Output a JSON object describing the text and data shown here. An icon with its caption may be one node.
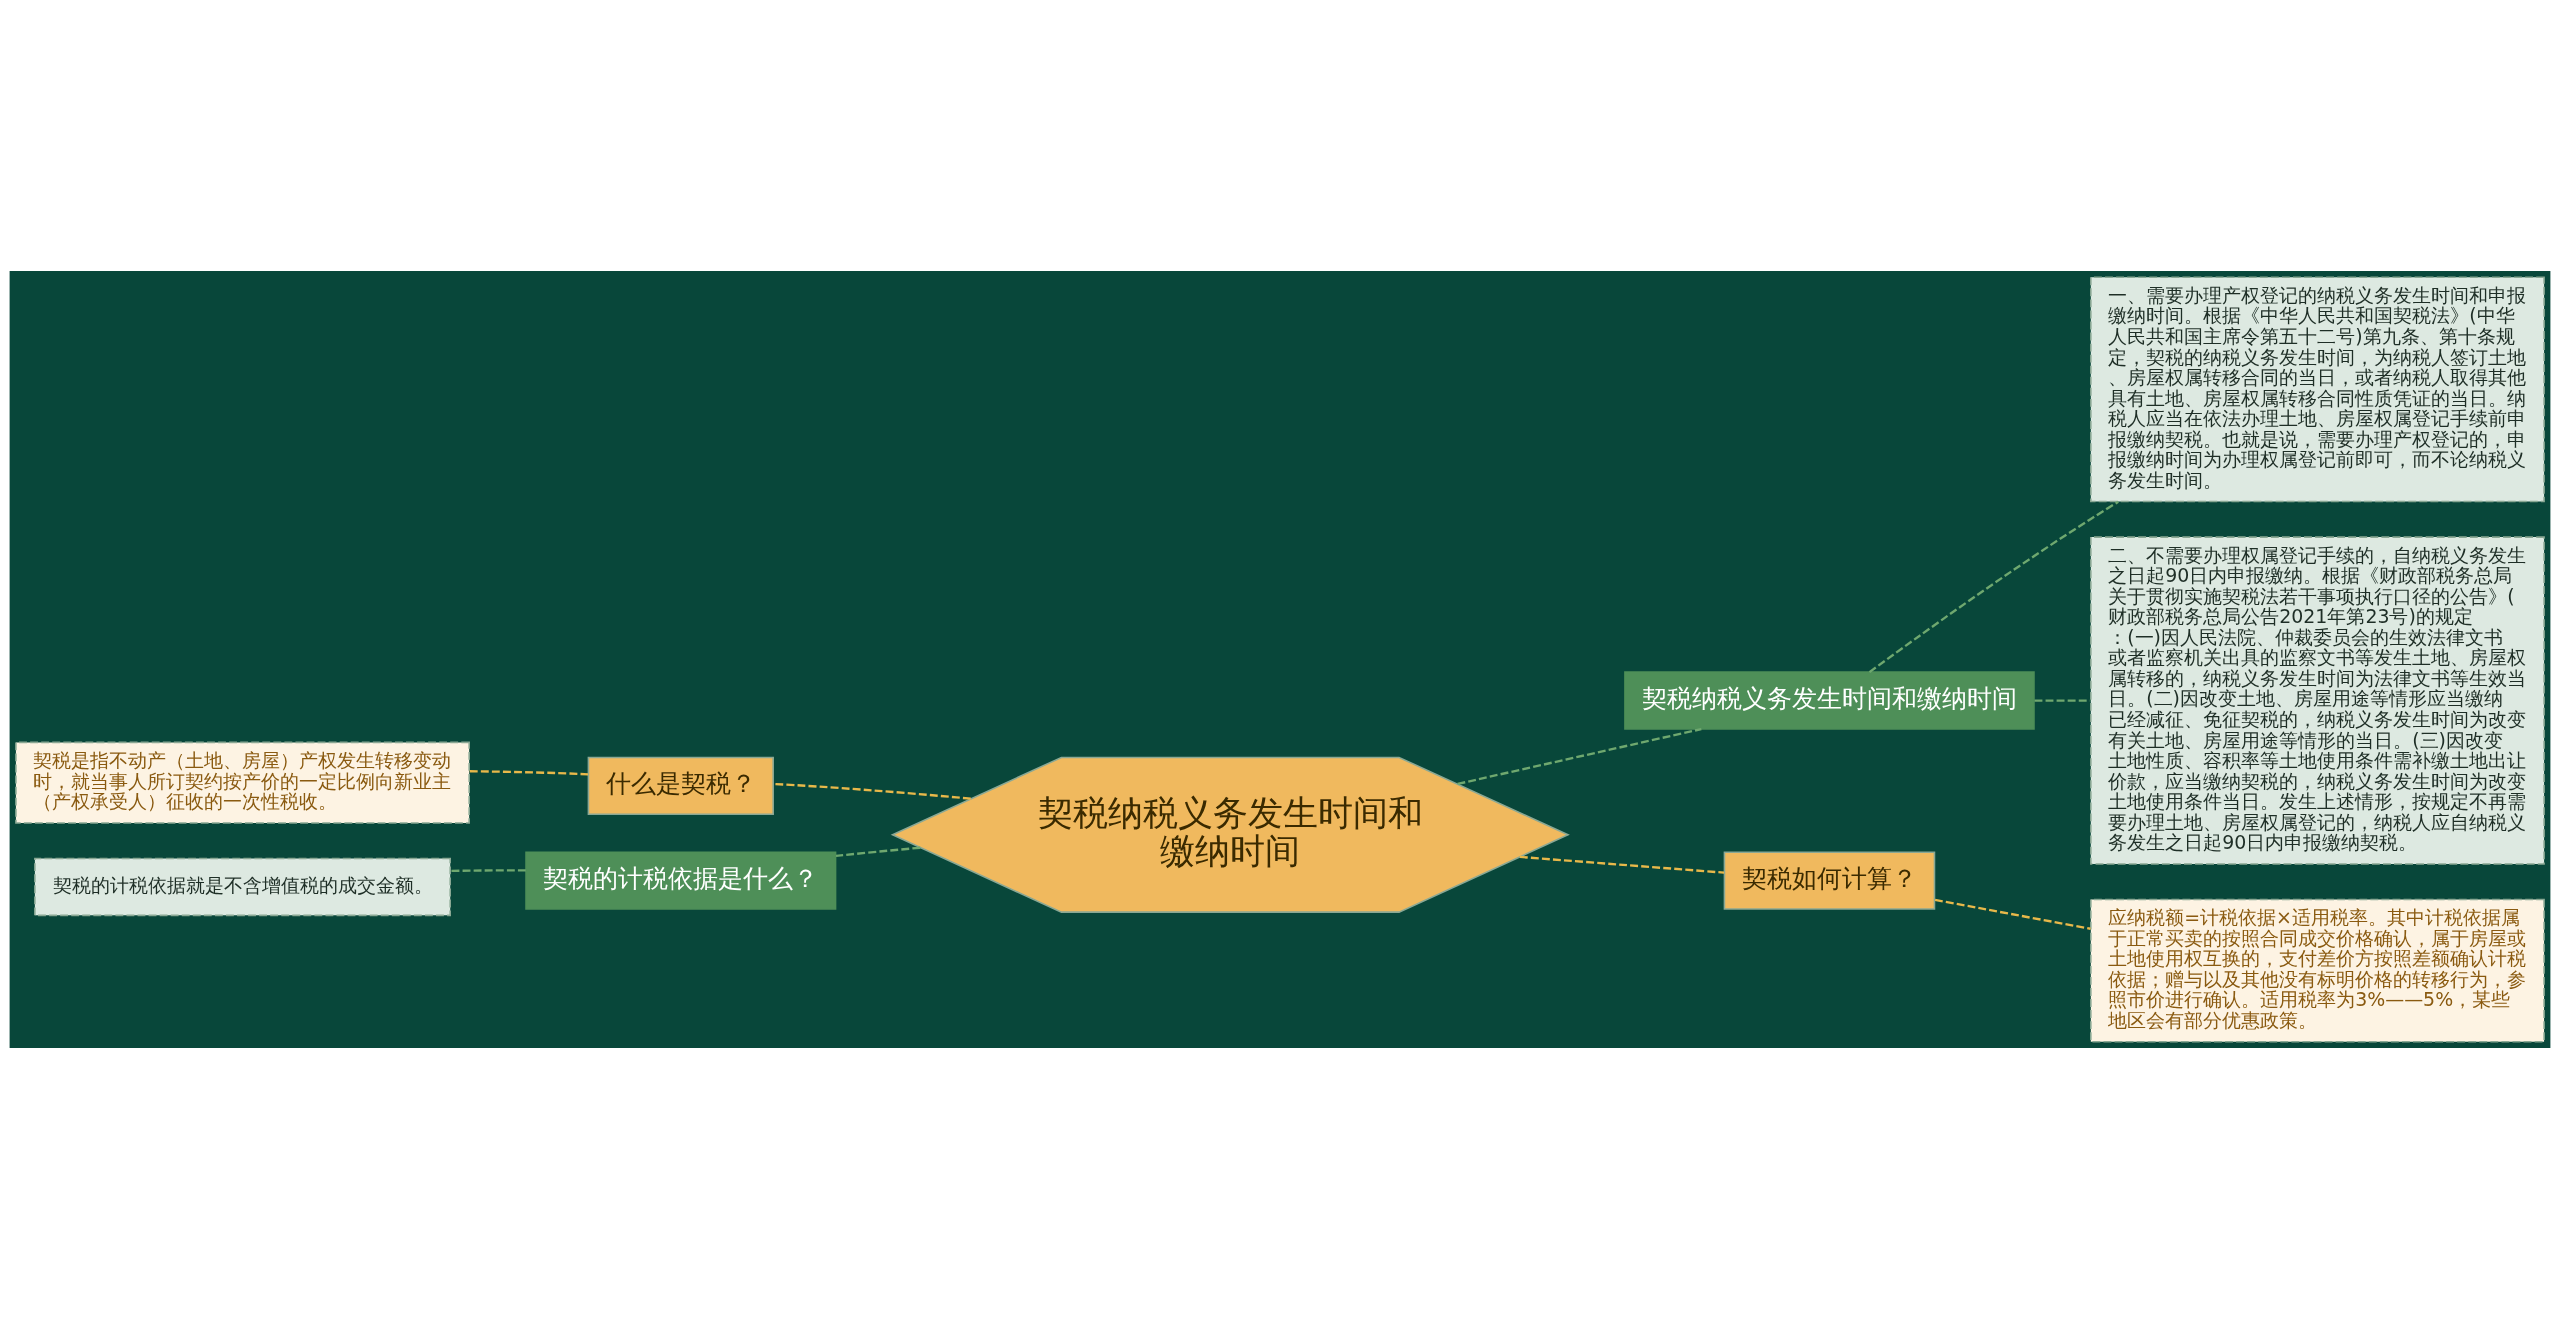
{
  "diagram": {
    "nodes": [
      {
        "text": [
          "契税纳税义务发生时间和缴纳时间"
        ]
      },
      {
        "text": [
          "契税纳税义务发生时间和缴纳时间"
        ]
      },
      {
        "text": [
          "一、需要办理产权登记的纳税义务发生时间和申报缴纳时间。根据《中华人民共和国契税法》(中华人民共和国主席令第五十二号)第九条、第十条规定，契税的纳税义务发生时间，为纳税人签订土地、房屋权属转移合同的当日，或者纳税人取得其他具有土地、房屋权属转移合同性质凭证的当日。纳税人应当在依法办理土地、房屋权属登记手续前申报缴纳契税。也就是说，需要办理产权登记的，申报缴纳时间为办理权属登记前即可，而不论纳税义务发生时间。"
        ]
      },
      {
        "text": [
          "二、不需要办理权属登记手续的，自纳税义务发生之日起90日内申报缴纳。根据《财政部税务总局关于贯彻实施契税法若干事项执行口径的公告》(财政部税务总局公告2021年第23号)的规定：(一)因人民法院、仲裁委员会的生效法律文书或者监察机关出具的监察文书等发生土地、房屋权属转移的，纳税义务发生时间为法律文书等生效当日。(二)因改变土地、房屋用途等情形应当缴纳已经减征、免征契税的，纳税义务发生时间为改变有关土地、房屋用途等情形的当日。(三)因改变土地性质、容积率等土地使用条件需补缴土地出让价款，应当缴纳契税的，纳税义务发生时间为改变土地使用条件当日。发生上述情形，按规定不再需要办理土地、房屋权属登记的，纳税人应自纳税义务发生之日起90日内申报缴纳契税。"
        ]
      },
      {
        "text": [
          "契税如何计算？"
        ]
      },
      {
        "text": [
          "应纳税额=计税依据×适用税率。其中计税依据属于正常买卖的按照合同成交价格确认，属于房屋或土地使用权互换的，支付差价方按照差额确认计税依据；赠与以及其他没有标明价格的转移行为，参照市价进行确认。适用税率为3%——5%，某些地区会有部分优惠政策。"
        ]
      },
      {
        "text": [
          "什么是契税？"
        ]
      },
      {
        "text": [
          "契税是指不动产（土地、房屋）产权发生转移变动时，就当事人所订契约按产价的一定比例向新业主（产权承受人）征收的一次性税收。"
        ]
      },
      {
        "text": [
          "契税的计税依据是什么？"
        ]
      },
      {
        "text": [
          "契税的计税依据就是不含增值税的成交金额。"
        ]
      }
    ],
    "edges": [
      {
        "from": 0,
        "to": 1,
        "arrow": "none",
        "style": "dashed"
      },
      {
        "from": 1,
        "to": 2,
        "arrow": "none",
        "style": "dashed"
      },
      {
        "from": 1,
        "to": 3,
        "arrow": "none",
        "style": "dashed"
      },
      {
        "from": 0,
        "to": 4,
        "arrow": "none",
        "style": "dashed",
        "color": "#e8b84a"
      },
      {
        "from": 4,
        "to": 5,
        "arrow": "none",
        "style": "dashed",
        "color": "#e8b84a"
      },
      {
        "from": 0,
        "to": 6,
        "arrow": "none",
        "style": "dashed",
        "color": "#e8b84a"
      },
      {
        "from": 6,
        "to": 7,
        "arrow": "none",
        "style": "dashed",
        "color": "#e8b84a"
      },
      {
        "from": 0,
        "to": 8,
        "arrow": "none",
        "style": "dashed"
      },
      {
        "from": 8,
        "to": 9,
        "arrow": "none",
        "style": "dashed"
      }
    ]
  }
}
